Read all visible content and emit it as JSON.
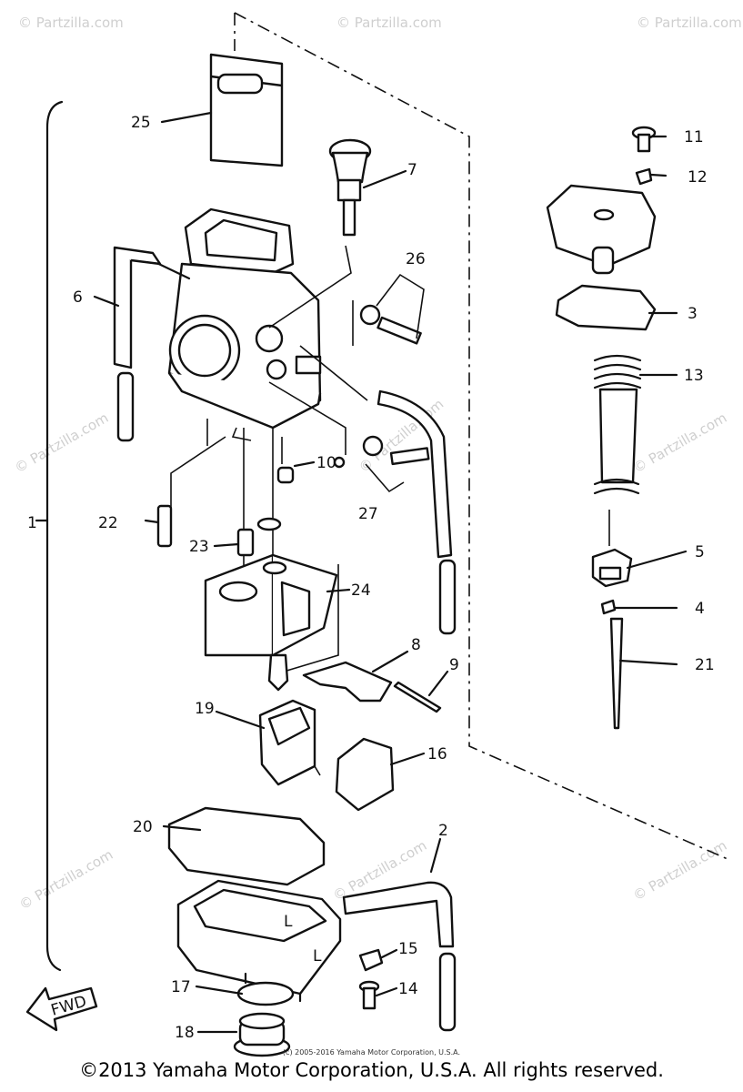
{
  "watermark": "© Partzilla.com",
  "fwd_label": "FWD",
  "carb_marks": {
    "letter_a": "L",
    "letter_b": "L"
  },
  "callouts": {
    "c1": "1",
    "c2": "2",
    "c3": "3",
    "c4": "4",
    "c5": "5",
    "c6": "6",
    "c7": "7",
    "c8": "8",
    "c9": "9",
    "c10": "10",
    "c11": "11",
    "c12": "12",
    "c13": "13",
    "c14": "14",
    "c15": "15",
    "c16": "16",
    "c17": "17",
    "c18": "18",
    "c19": "19",
    "c20": "20",
    "c21": "21",
    "c22": "22",
    "c23": "23",
    "c24": "24",
    "c25": "25",
    "c26": "26",
    "c27": "27"
  },
  "footer": {
    "small": "(c) 2005-2016 Yamaha Motor Corporation, U.S.A.",
    "main": "©2013 Yamaha Motor Corporation, U.S.A. All rights reserved."
  }
}
